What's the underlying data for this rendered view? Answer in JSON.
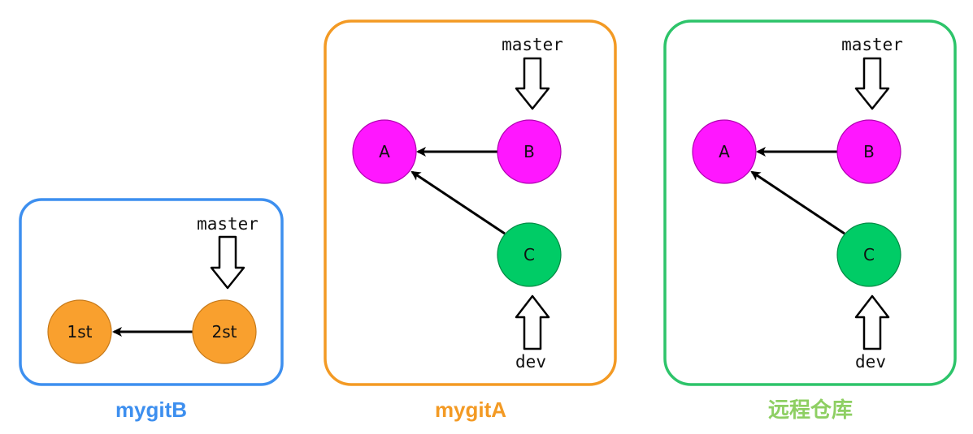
{
  "colors": {
    "blue": "#3d8fef",
    "orange": "#f39a24",
    "green": "#2dc46a",
    "caption_blue": "#3d8fef",
    "caption_orange": "#f39a24",
    "caption_green": "#8ecf63",
    "magenta": "#ff17ff",
    "commit_green": "#00cc66",
    "commit_orange": "#f9a02e"
  },
  "repos": [
    {
      "id": "mygitB",
      "caption": "mygitB",
      "commits": [
        {
          "id": "1st",
          "label": "1st",
          "color": "commit_orange"
        },
        {
          "id": "2nd",
          "label": "2st",
          "color": "commit_orange"
        }
      ],
      "refs": [
        {
          "name": "master",
          "target": "2nd"
        }
      ]
    },
    {
      "id": "mygitA",
      "caption": "mygitA",
      "commits": [
        {
          "id": "A",
          "label": "A",
          "color": "magenta"
        },
        {
          "id": "B",
          "label": "B",
          "color": "magenta"
        },
        {
          "id": "C",
          "label": "C",
          "color": "commit_green"
        }
      ],
      "refs": [
        {
          "name": "master",
          "target": "B"
        },
        {
          "name": "dev",
          "target": "C"
        }
      ]
    },
    {
      "id": "remote",
      "caption": "远程仓库",
      "commits": [
        {
          "id": "A",
          "label": "A",
          "color": "magenta"
        },
        {
          "id": "B",
          "label": "B",
          "color": "magenta"
        },
        {
          "id": "C",
          "label": "C",
          "color": "commit_green"
        }
      ],
      "refs": [
        {
          "name": "master",
          "target": "B"
        },
        {
          "name": "dev",
          "target": "C"
        }
      ]
    }
  ]
}
